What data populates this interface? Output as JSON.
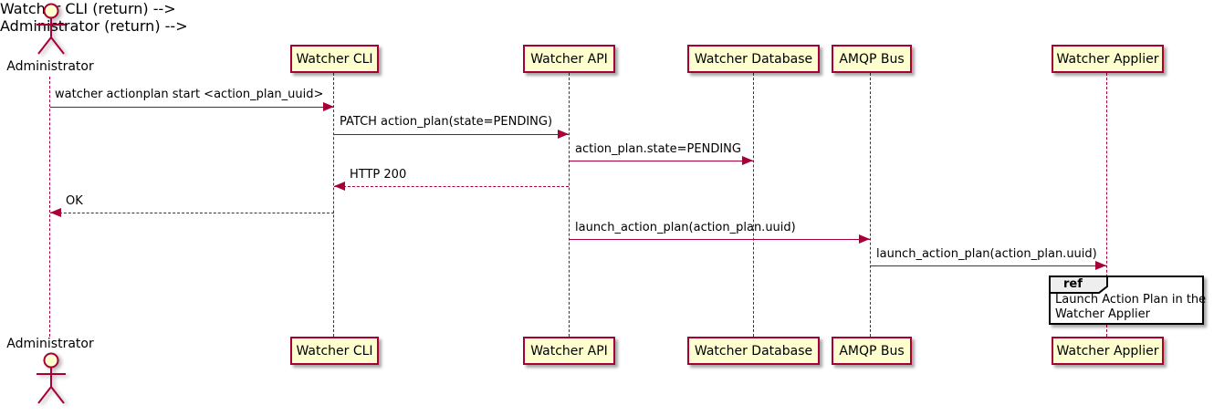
{
  "diagram": {
    "type": "sequence-diagram",
    "participants": [
      {
        "name": "Administrator",
        "kind": "actor"
      },
      {
        "name": "Watcher CLI",
        "kind": "participant"
      },
      {
        "name": "Watcher API",
        "kind": "participant"
      },
      {
        "name": "Watcher Database",
        "kind": "participant"
      },
      {
        "name": "AMQP Bus",
        "kind": "participant"
      },
      {
        "name": "Watcher Applier",
        "kind": "participant"
      }
    ],
    "messages": [
      {
        "from": "Administrator",
        "to": "Watcher CLI",
        "style": "solid",
        "label": "watcher actionplan start <action_plan_uuid>"
      },
      {
        "from": "Watcher CLI",
        "to": "Watcher API",
        "style": "solid",
        "label": "PATCH action_plan(state=PENDING)"
      },
      {
        "from": "Watcher API",
        "to": "Watcher Database",
        "style": "solid",
        "label": "action_plan.state=PENDING"
      },
      {
        "from": "Watcher API",
        "to": "Watcher CLI",
        "style": "dashed",
        "label": "HTTP 200"
      },
      {
        "from": "Watcher CLI",
        "to": "Administrator",
        "style": "dashed",
        "label": "OK"
      },
      {
        "from": "Watcher API",
        "to": "AMQP Bus",
        "style": "solid",
        "label": "launch_action_plan(action_plan.uuid)"
      },
      {
        "from": "AMQP Bus",
        "to": "Watcher Applier",
        "style": "solid",
        "label": "launch_action_plan(action_plan.uuid)"
      }
    ],
    "ref_fragment": {
      "keyword": "ref",
      "over": "Watcher Applier",
      "lines": [
        "Launch Action Plan in the",
        "Watcher Applier"
      ]
    },
    "colors": {
      "border": "#A80036",
      "participant_fill": "#FEFECE",
      "arrow": "#A80036",
      "ref_tab_fill": "#EEEEEE",
      "text": "#000000",
      "background": "#FFFFFF"
    }
  }
}
